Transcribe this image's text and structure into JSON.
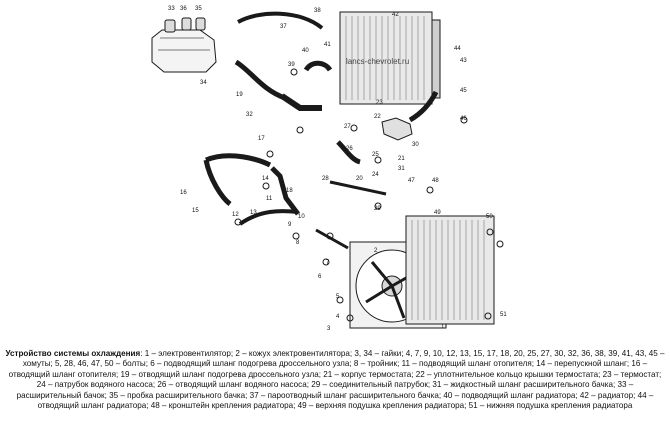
{
  "watermark": "lancs-chevrolet.ru",
  "caption": {
    "title": "Устройство системы охлаждения",
    "body": ": 1 – электровентилятор; 2 – кожух электровентилятора; 3, 34 – гайки; 4, 7, 9, 10, 12, 13, 15, 17, 18, 20, 25, 27, 30, 32, 36, 38, 39, 41, 43, 45 – хомуты; 5, 28, 46, 47, 50 – болты; 6 – подводящий шланг подогрева дроссельного узла; 8 – тройник; 11 – подводящий шланг отопителя; 14 – перепускной шланг; 16 – отводящий шланг отопителя; 19 – отводящий шланг подогрева дроссельного узла; 21 – корпус термостата; 22 – уплотнительное кольцо крышки термостата; 23 – термостат; 24 – патрубок водяного насоса; 26 – отводящий шланг водяного насоса; 29 – соединительный патрубок; 31 – жидкостный шланг расширительного бачка; 33 – расширительный бачок; 35 – пробка расширительного бачка; 37 – пароотводный шланг расширительного бачка; 40 – подводящий шланг радиатора; 42 – радиатор; 44 – отводящий шланг радиатора; 48 – кронштейн крепления радиатора; 49 – верхняя подушка крепления радиатора; 51 – нижняя подушка крепления радиатора"
  },
  "callouts": [
    "1",
    "2",
    "3",
    "4",
    "5",
    "6",
    "7",
    "8",
    "9",
    "10",
    "11",
    "12",
    "13",
    "14",
    "15",
    "16",
    "17",
    "18",
    "19",
    "20",
    "21",
    "22",
    "23",
    "24",
    "25",
    "26",
    "27",
    "28",
    "29",
    "30",
    "31",
    "32",
    "33",
    "34",
    "35",
    "36",
    "37",
    "38",
    "39",
    "40",
    "41",
    "42",
    "43",
    "44",
    "45",
    "46",
    "47",
    "48",
    "49",
    "50",
    "51"
  ],
  "colors": {
    "line": "#1a1a1a",
    "ink": "#111111",
    "background": "#ffffff"
  }
}
